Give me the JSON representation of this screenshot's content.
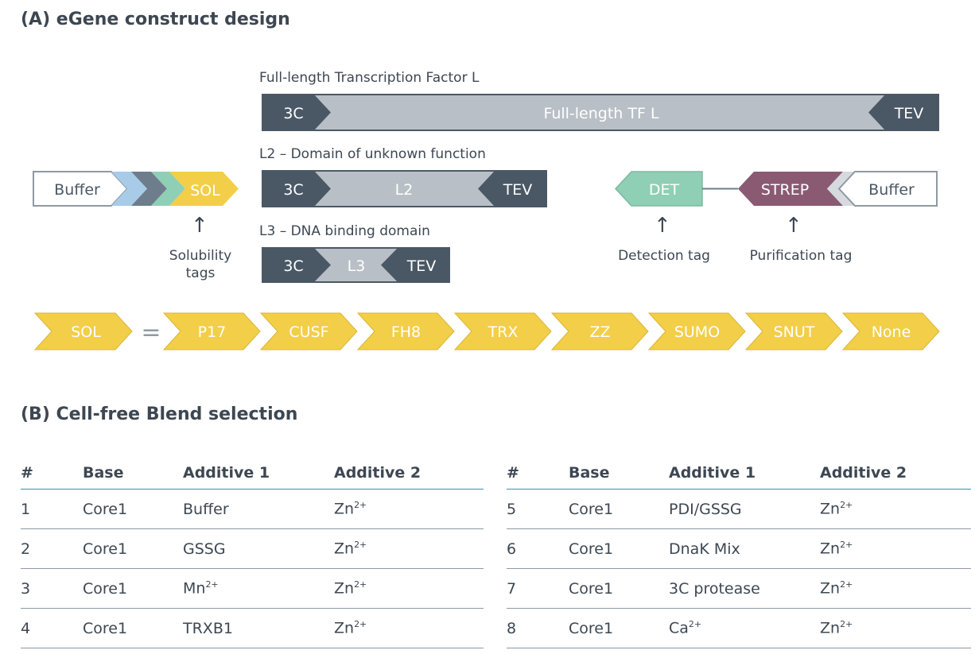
{
  "sectionA": {
    "title": "(A) eGene construct design",
    "full_length_label": "Full-length Transcription Factor L",
    "l2_label": "L2 – Domain of unknown function",
    "l3_label": "L3 – DNA binding domain",
    "full_bar": {
      "left": "3C",
      "mid": "Full-length TF L",
      "right": "TEV"
    },
    "l2_bar": {
      "left": "3C",
      "mid": "L2",
      "right": "TEV"
    },
    "l3_bar": {
      "left": "3C",
      "mid": "L3",
      "right": "TEV"
    },
    "left_cassette": {
      "buffer": "Buffer",
      "sol": "SOL"
    },
    "right_cassette": {
      "det": "DET",
      "strep": "STREP",
      "buffer": "Buffer"
    },
    "solubility_annotation": "Solubility tags",
    "detection_annotation": "Detection tag",
    "purification_annotation": "Purification tag",
    "sol_options": {
      "sol": "SOL",
      "equals": "=",
      "items": [
        "P17",
        "CUSF",
        "FH8",
        "TRX",
        "ZZ",
        "SUMO",
        "SNUT",
        "None"
      ]
    },
    "colors": {
      "dark": "#4a5866",
      "grey_bar": "#b9bfc6",
      "yellow": "#f3ce48",
      "green": "#8fcfb5",
      "purple": "#8a5a73",
      "light_blue": "#a8cbe8"
    }
  },
  "sectionB": {
    "title": "(B) Cell-free Blend selection",
    "headers": [
      "#",
      "Base",
      "Additive 1",
      "Additive 2"
    ],
    "left_rows": [
      [
        "1",
        "Core1",
        "Buffer",
        "Zn2+"
      ],
      [
        "2",
        "Core1",
        "GSSG",
        "Zn2+"
      ],
      [
        "3",
        "Core1",
        "Mn2+",
        "Zn2+"
      ],
      [
        "4",
        "Core1",
        "TRXB1",
        "Zn2+"
      ]
    ],
    "right_rows": [
      [
        "5",
        "Core1",
        "PDI/GSSG",
        "Zn2+"
      ],
      [
        "6",
        "Core1",
        "DnaK Mix",
        "Zn2+"
      ],
      [
        "7",
        "Core1",
        "3C protease",
        "Zn2+"
      ],
      [
        "8",
        "Core1",
        "Ca2+",
        "Zn2+"
      ]
    ]
  }
}
